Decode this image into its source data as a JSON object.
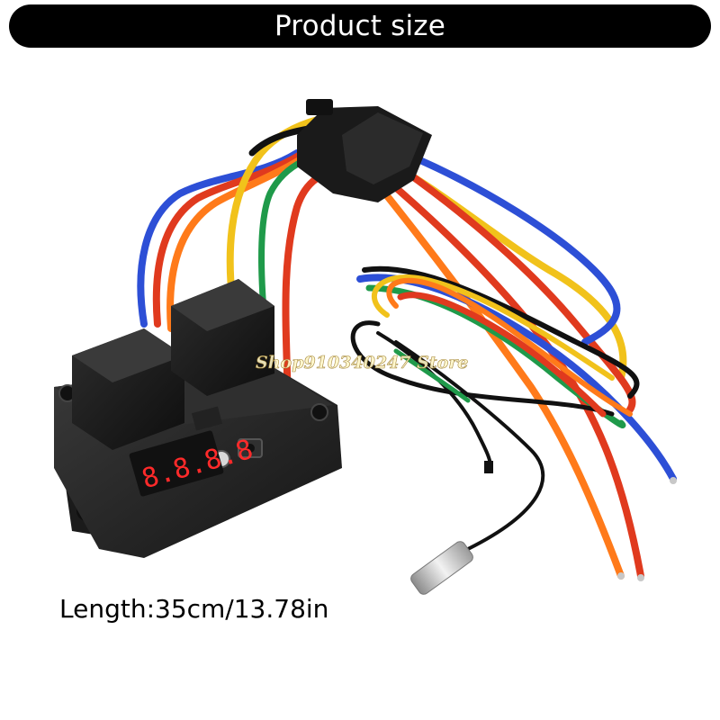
{
  "header": {
    "title": "Product size"
  },
  "watermark": {
    "text": "Shop910340247 Store"
  },
  "caption": {
    "length": "Length:35cm/13.78in"
  },
  "product": {
    "display_digits": "8.8.8.8",
    "display_color": "#ff2a2a",
    "wire_colors": [
      "#f1c21b",
      "#e03a1e",
      "#ff7a1a",
      "#2d4fd6",
      "#1f9a4a",
      "#111111"
    ]
  }
}
